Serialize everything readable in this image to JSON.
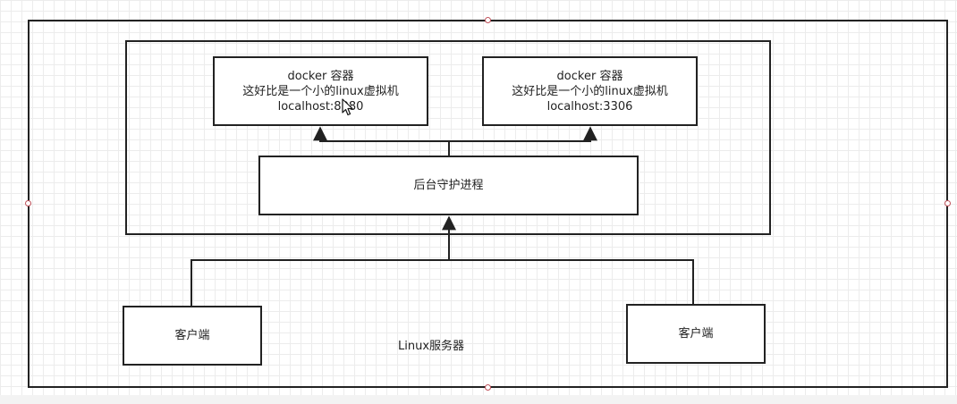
{
  "diagram": {
    "outer_frame_label": "Linux服务器",
    "container_left": {
      "line1": "docker 容器",
      "line2": "这好比是一个小的linux虚拟机",
      "line3": "localhost:8080"
    },
    "container_right": {
      "line1": "docker 容器",
      "line2": "这好比是一个小的linux虚拟机",
      "line3": "localhost:3306"
    },
    "daemon_label": "后台守护进程",
    "client_left_label": "客户端",
    "client_right_label": "客户端"
  },
  "colors": {
    "stroke": "#222222",
    "grid": "#ececec",
    "selection_handle": "#c0515a"
  }
}
